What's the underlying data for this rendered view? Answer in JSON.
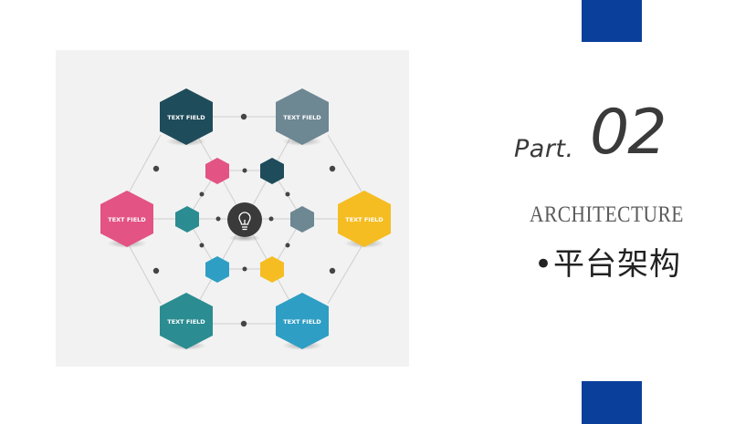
{
  "slide": {
    "part_label": "Part.",
    "part_number": "02",
    "subtitle_en": "ARCHITECTURE",
    "subtitle_cn": "•平台架构"
  },
  "diagram": {
    "outer_hexagons": [
      {
        "label": "TEXT FIELD",
        "color": "#1f4c5a"
      },
      {
        "label": "TEXT FIELD",
        "color": "#6d8793"
      },
      {
        "label": "TEXT FIELD",
        "color": "#e35384"
      },
      {
        "label": "TEXT FIELD",
        "color": "#f5bd22"
      },
      {
        "label": "TEXT FIELD",
        "color": "#2b8c91"
      },
      {
        "label": "TEXT FIELD",
        "color": "#2f9ec4"
      }
    ],
    "inner_hexagon_colors": [
      "#e35384",
      "#1f4c5a",
      "#2b8c91",
      "#6d8793",
      "#2f9ec4",
      "#f5bd22"
    ],
    "center_icon": "lightbulb-icon",
    "colors": {
      "brand_blue": "#0b3f9c",
      "panel_bg": "#f2f2f2",
      "line": "#cccccc",
      "dot": "#444444",
      "center": "#3a3a3a"
    }
  }
}
